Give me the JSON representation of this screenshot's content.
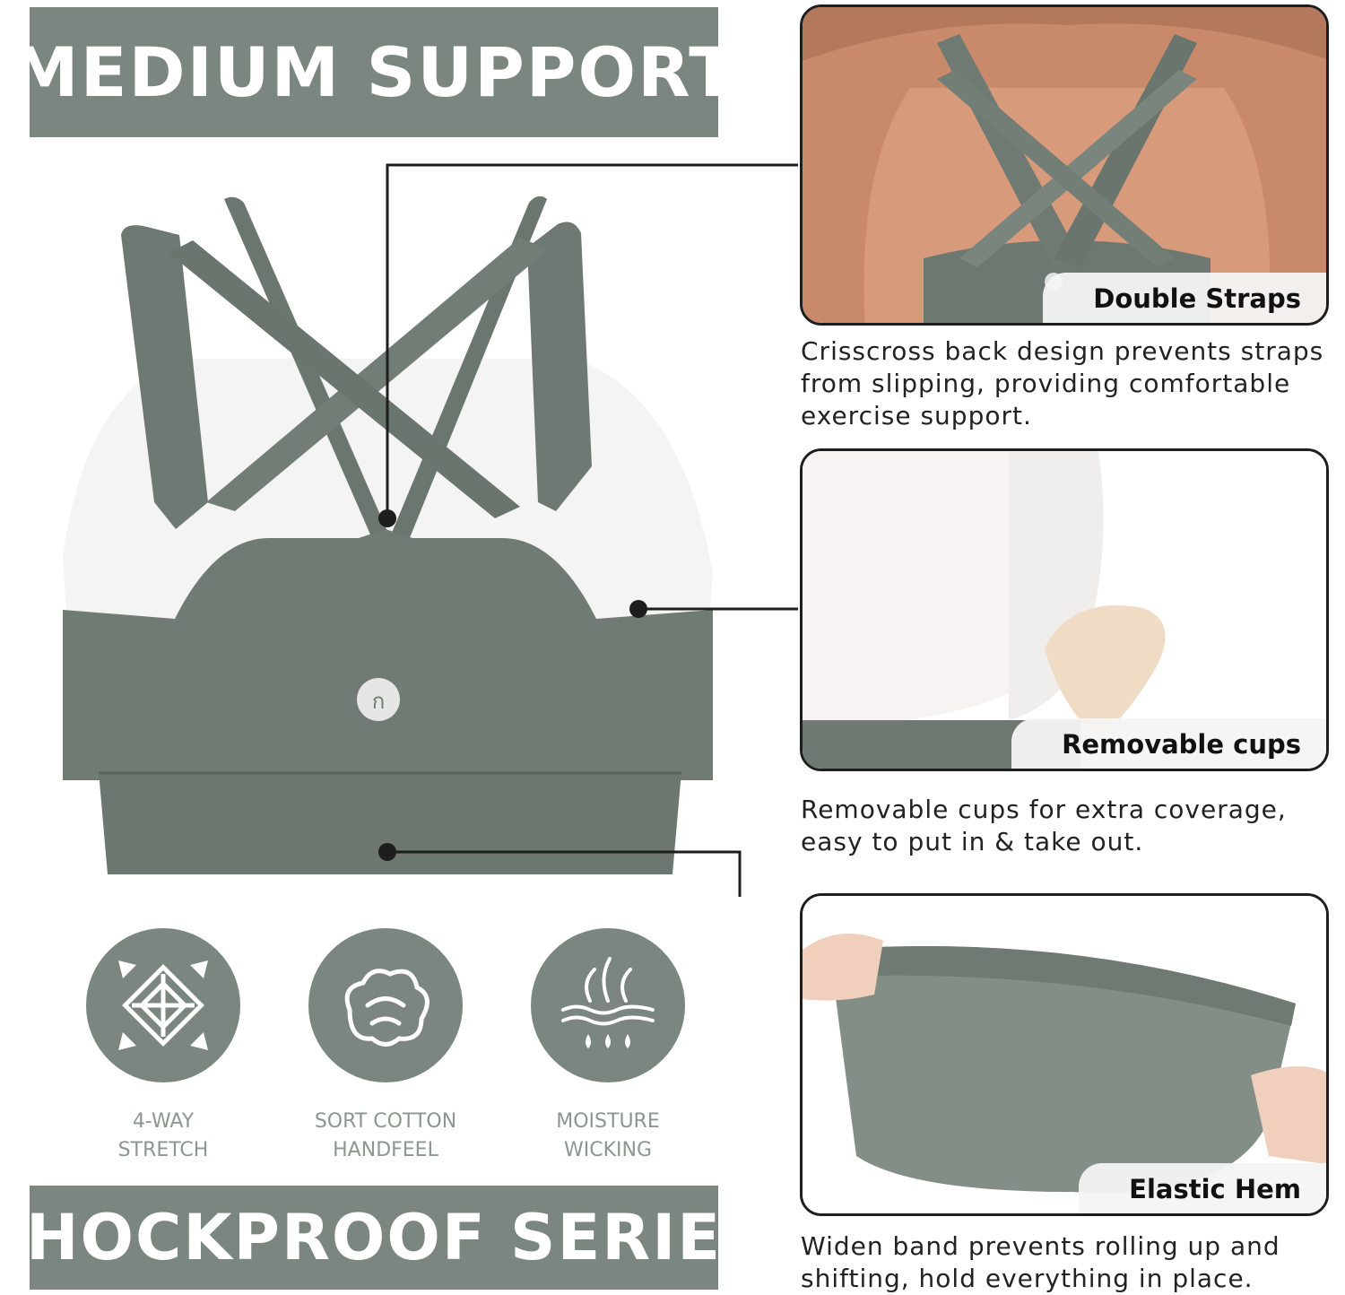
{
  "banners": {
    "top": "MEDIUM SUPPORT",
    "bottom": "SHOCKPROOF SERIES"
  },
  "colors": {
    "accent": "#7a867f",
    "fabric": "#707b74",
    "callout_line": "#1e1e1e"
  },
  "panels": [
    {
      "label": "Double Straps",
      "caption": "Crisscross back design prevents straps from slipping, providing comfortable exercise support."
    },
    {
      "label": "Removable cups",
      "caption": "Removable cups for extra coverage, easy to put in & take out."
    },
    {
      "label": "Elastic Hem",
      "caption": "Widen band prevents rolling up and shifting, hold everything in place."
    }
  ],
  "features": [
    {
      "icon": "stretch-icon",
      "line1": "4-WAY",
      "line2": "STRETCH"
    },
    {
      "icon": "cotton-icon",
      "line1": "SORT COTTON",
      "line2": "HANDFEEL"
    },
    {
      "icon": "moisture-wicking-icon",
      "line1": "MOISTURE",
      "line2": "WICKING"
    }
  ]
}
